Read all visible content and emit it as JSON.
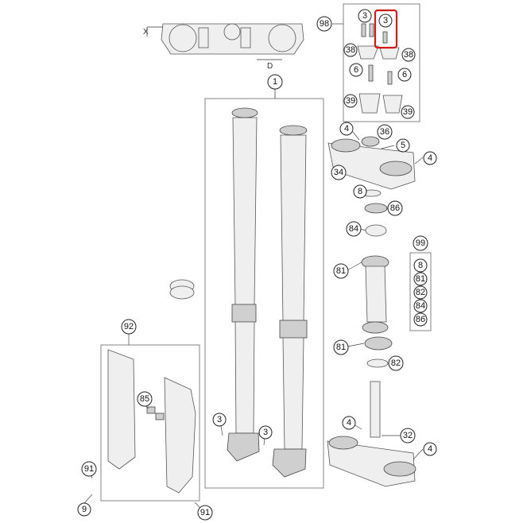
{
  "dimensions": {
    "x_label": "X",
    "d_label": "D"
  },
  "callouts": [
    {
      "id": "c1",
      "label": "1"
    },
    {
      "id": "c98",
      "label": "98"
    },
    {
      "id": "c3a",
      "label": "3"
    },
    {
      "id": "c3b",
      "label": "3"
    },
    {
      "id": "c38a",
      "label": "38"
    },
    {
      "id": "c38b",
      "label": "38"
    },
    {
      "id": "c6a",
      "label": "6"
    },
    {
      "id": "c6b",
      "label": "6"
    },
    {
      "id": "c39a",
      "label": "39"
    },
    {
      "id": "c39b",
      "label": "39"
    },
    {
      "id": "c4a",
      "label": "4"
    },
    {
      "id": "c36",
      "label": "36"
    },
    {
      "id": "c5",
      "label": "5"
    },
    {
      "id": "c4b",
      "label": "4"
    },
    {
      "id": "c34",
      "label": "34"
    },
    {
      "id": "c8",
      "label": "8"
    },
    {
      "id": "c86",
      "label": "86"
    },
    {
      "id": "c84",
      "label": "84"
    },
    {
      "id": "c99",
      "label": "99"
    },
    {
      "id": "c81a",
      "label": "81"
    },
    {
      "id": "c81b",
      "label": "81"
    },
    {
      "id": "c82",
      "label": "82"
    },
    {
      "id": "c4c",
      "label": "4"
    },
    {
      "id": "c32",
      "label": "32"
    },
    {
      "id": "c4d",
      "label": "4"
    },
    {
      "id": "c92",
      "label": "92"
    },
    {
      "id": "c85",
      "label": "85"
    },
    {
      "id": "c91a",
      "label": "91"
    },
    {
      "id": "c9",
      "label": "9"
    },
    {
      "id": "c91b",
      "label": "91"
    },
    {
      "id": "c3c",
      "label": "3"
    },
    {
      "id": "c3d",
      "label": "3"
    }
  ],
  "kit_99": {
    "items": [
      "8",
      "81",
      "82",
      "84",
      "86"
    ]
  },
  "highlight": {
    "label": "3",
    "color": "#d11a1a"
  }
}
